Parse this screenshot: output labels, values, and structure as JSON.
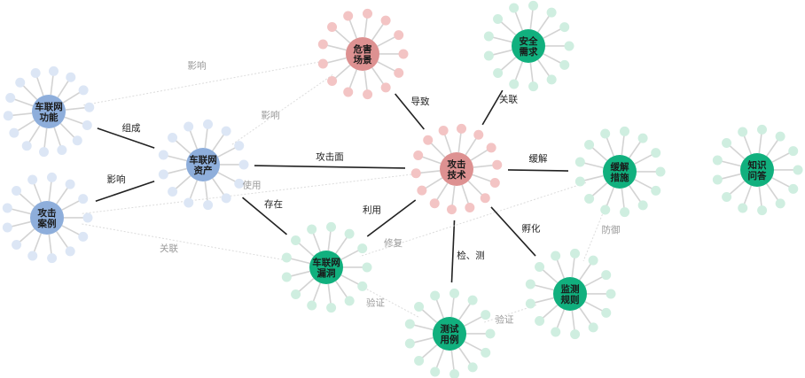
{
  "colors": {
    "blue": "#8eaedb",
    "blue_leaf": "#dce6f5",
    "red": "#dd9191",
    "red_leaf": "#f3c4c4",
    "green": "#11b07e",
    "green_leaf": "#cfeee0",
    "spoke": "#d3d3d3",
    "edge_dark": "#222222",
    "edge_light": "#dcdcdc"
  },
  "nodes": [
    {
      "id": "car-func",
      "lines": [
        "车联网",
        "功能"
      ],
      "color": "blue"
    },
    {
      "id": "car-asset",
      "lines": [
        "车联网",
        "资产"
      ],
      "color": "blue"
    },
    {
      "id": "attack-case",
      "lines": [
        "攻击",
        "案例"
      ],
      "color": "blue"
    },
    {
      "id": "hazard",
      "lines": [
        "危害",
        "场景"
      ],
      "color": "red"
    },
    {
      "id": "attack-tech",
      "lines": [
        "攻击",
        "技术"
      ],
      "color": "red"
    },
    {
      "id": "security-req",
      "lines": [
        "安全",
        "需求"
      ],
      "color": "green"
    },
    {
      "id": "mitigation",
      "lines": [
        "缓解",
        "措施"
      ],
      "color": "green"
    },
    {
      "id": "qa",
      "lines": [
        "知识",
        "问答"
      ],
      "color": "green"
    },
    {
      "id": "vuln",
      "lines": [
        "车联网",
        "漏洞"
      ],
      "color": "green"
    },
    {
      "id": "test-case",
      "lines": [
        "测试",
        "用例"
      ],
      "color": "green"
    },
    {
      "id": "monitor",
      "lines": [
        "监测",
        "规则"
      ],
      "color": "green"
    }
  ],
  "edges": [
    {
      "from": "car-func",
      "to": "car-asset",
      "label": "组成",
      "style": "dark"
    },
    {
      "from": "attack-case",
      "to": "car-asset",
      "label": "影响",
      "style": "dark"
    },
    {
      "from": "car-asset",
      "to": "attack-tech",
      "label": "攻击面",
      "style": "dark"
    },
    {
      "from": "car-asset",
      "to": "vuln",
      "label": "存在",
      "style": "dark"
    },
    {
      "from": "hazard",
      "to": "attack-tech",
      "label": "导致",
      "style": "dark"
    },
    {
      "from": "security-req",
      "to": "attack-tech",
      "label": "关联",
      "style": "dark"
    },
    {
      "from": "attack-tech",
      "to": "mitigation",
      "label": "缓解",
      "style": "dark"
    },
    {
      "from": "vuln",
      "to": "attack-tech",
      "label": "利用",
      "style": "dark"
    },
    {
      "from": "attack-tech",
      "to": "test-case",
      "label": "检、测",
      "style": "dark"
    },
    {
      "from": "attack-tech",
      "to": "monitor",
      "label": "孵化",
      "style": "dark"
    },
    {
      "from": "car-func",
      "to": "hazard",
      "label": "影响",
      "style": "light"
    },
    {
      "from": "car-asset",
      "to": "hazard",
      "label": "影响",
      "style": "light"
    },
    {
      "from": "attack-case",
      "to": "attack-tech",
      "label": "使用",
      "style": "light"
    },
    {
      "from": "attack-case",
      "to": "vuln",
      "label": "关联",
      "style": "light"
    },
    {
      "from": "mitigation",
      "to": "vuln",
      "label": "修复",
      "style": "light"
    },
    {
      "from": "mitigation",
      "to": "monitor",
      "label": "防御",
      "style": "light"
    },
    {
      "from": "vuln",
      "to": "test-case",
      "label": "验证",
      "style": "light"
    },
    {
      "from": "monitor",
      "to": "test-case",
      "label": "验证",
      "style": "light"
    }
  ]
}
